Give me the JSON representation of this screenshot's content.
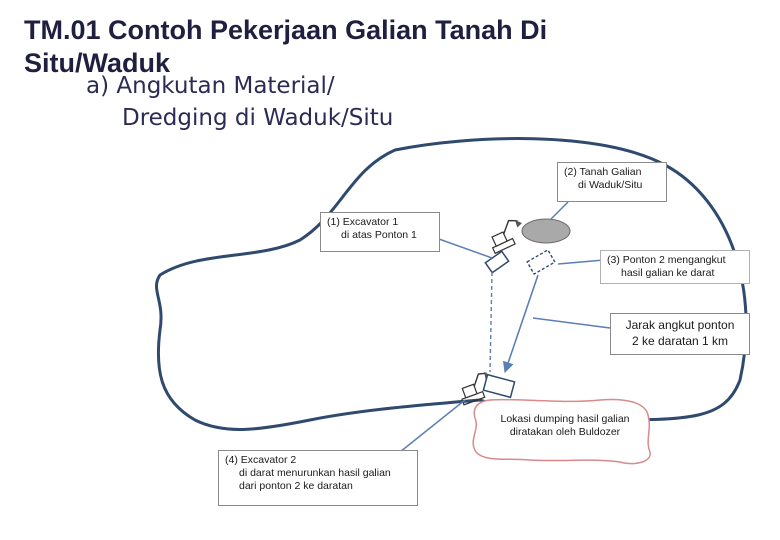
{
  "title": {
    "line1": "TM.01  Contoh Pekerjaan Galian Tanah Di",
    "line2": "Situ/Waduk"
  },
  "subtitle": {
    "line1": "a) Angkutan Material/",
    "line2": "Dredging di Waduk/Situ"
  },
  "labels": {
    "tanah_galian": [
      "(2) Tanah Galian",
      "di Waduk/Situ"
    ],
    "excavator1": [
      "(1) Excavator  1",
      "di atas Ponton 1"
    ],
    "ponton2": [
      "(3) Ponton 2 mengangkut",
      "hasil  galian ke darat"
    ],
    "jarak": [
      "Jarak angkut ponton",
      "2  ke daratan 1 km"
    ],
    "lokasi_dumping": [
      "Lokasi dumping hasil galian",
      "diratakan oleh Buldozer"
    ],
    "excavator2": [
      "(4) Excavator 2",
      "di darat menurunkan hasil galian",
      "dari ponton  2 ke daratan"
    ]
  },
  "colors": {
    "lake_outline": "#2f4a6e",
    "arrow": "#5b7fb5",
    "dump_outline": "#d98a8a",
    "pile_fill": "#a9a9a9",
    "text": "#1f1f3f"
  },
  "icons": [
    "excavator-icon",
    "pontoon-icon"
  ]
}
